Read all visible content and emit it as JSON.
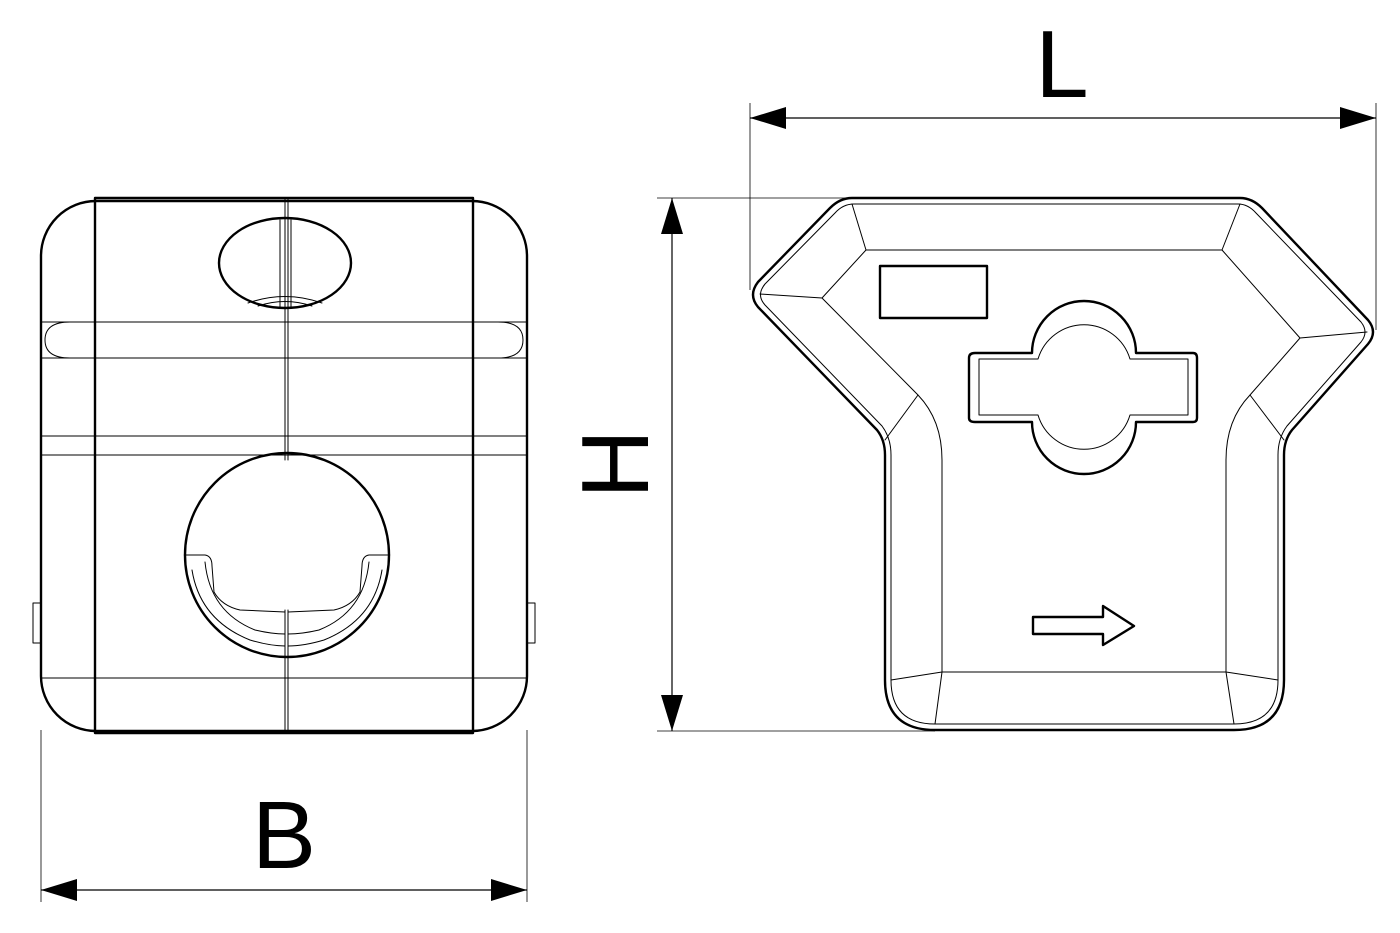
{
  "dimensions": {
    "width_label": "B",
    "height_label": "H",
    "length_label": "L"
  },
  "colors": {
    "line": "#000000",
    "background": "#ffffff"
  }
}
